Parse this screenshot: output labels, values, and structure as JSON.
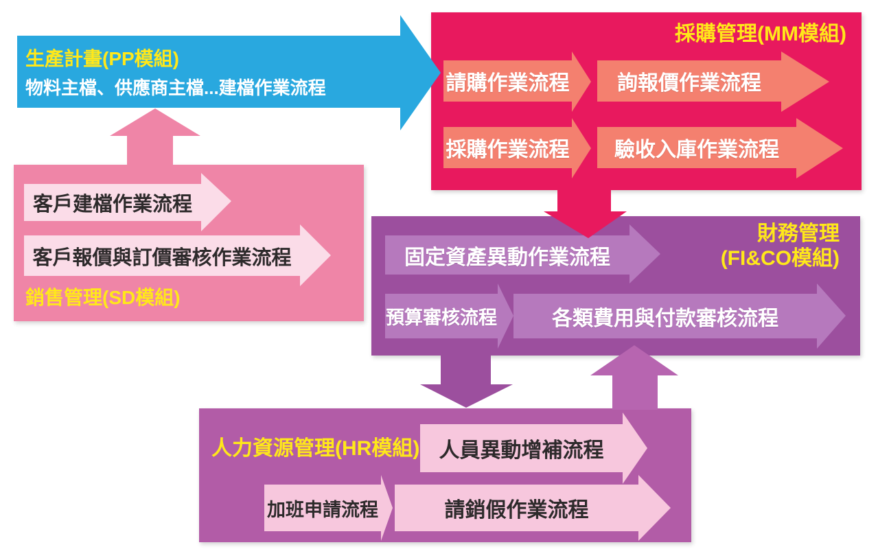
{
  "diagram": {
    "title_semantic": "ERP module workflow diagram",
    "modules": {
      "pp": {
        "title": "生產計畫(PP模組)",
        "subtitle": "物料主檔、供應商主檔...建檔作業流程"
      },
      "mm": {
        "title": "採購管理(MM模組)",
        "flows": [
          "請購作業流程",
          "詢報價作業流程",
          "採購作業流程",
          "驗收入庫作業流程"
        ]
      },
      "sd": {
        "title": "銷售管理(SD模組)",
        "flows": [
          "客戶建檔作業流程",
          "客戶報價與訂價審核作業流程"
        ]
      },
      "fi": {
        "title_line1": "財務管理",
        "title_line2": "(FI&CO模組)",
        "flows": [
          "固定資產異動作業流程",
          "預算審核流程",
          "各類費用與付款審核流程"
        ]
      },
      "hr": {
        "title": "人力資源管理(HR模組)",
        "flows": [
          "人員異動增補流程",
          "加班申請流程",
          "請銷假作業流程"
        ]
      }
    },
    "connectors": [
      {
        "from": "sd",
        "to": "pp",
        "direction": "up"
      },
      {
        "from": "pp",
        "to": "mm",
        "direction": "right"
      },
      {
        "from": "mm",
        "to": "fi",
        "direction": "down"
      },
      {
        "from": "fi",
        "to": "hr",
        "direction": "down"
      },
      {
        "from": "hr",
        "to": "fi",
        "direction": "up"
      }
    ],
    "colors": {
      "pp_cyan": "#29a8df",
      "mm_crimson": "#e8195e",
      "mm_arrow_salmon": "#f4806f",
      "sd_pink": "#ef85a7",
      "sd_arrow_light_pink": "#fbdce8",
      "fi_purple": "#9c4f9e",
      "fi_arrow_light_purple": "#b679bd",
      "hr_orchid": "#b25ca7",
      "hr_arrow_pink": "#f7c7dd",
      "connector_up_orchid": "#b765b0",
      "title_yellow": "#ffe81a",
      "text_white": "#ffffff",
      "text_dark": "#2d2a2b"
    }
  }
}
